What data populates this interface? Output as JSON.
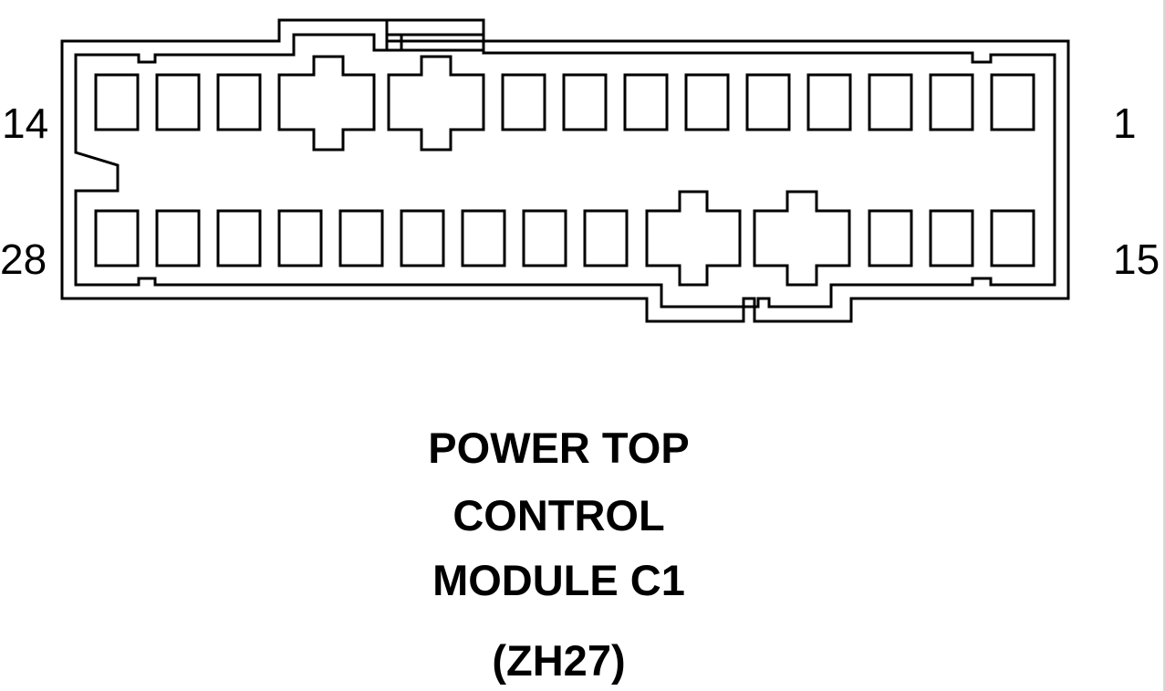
{
  "connector": {
    "pin_labels": {
      "top_left": "14",
      "top_right": "1",
      "bottom_left": "28",
      "bottom_right": "15"
    },
    "title_lines": [
      "POWER TOP",
      "CONTROL",
      "MODULE C1"
    ],
    "code": "(ZH27)"
  }
}
